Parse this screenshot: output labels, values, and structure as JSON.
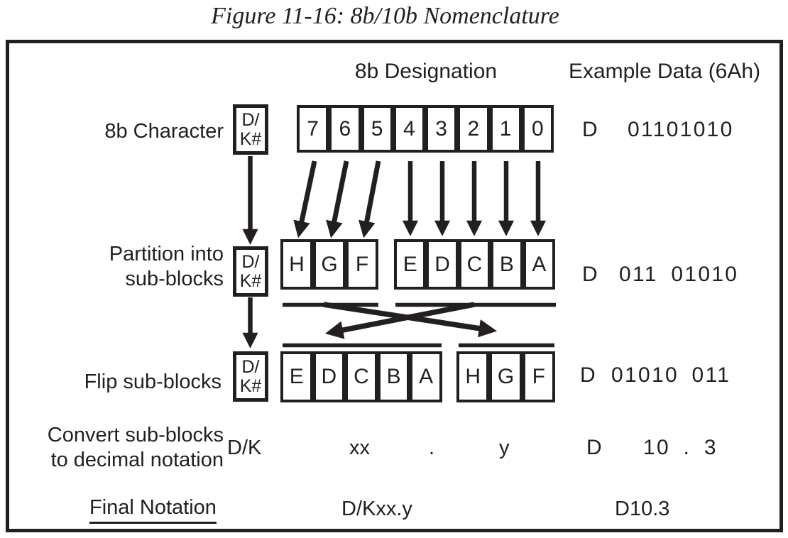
{
  "title": "Figure 11-16: 8b/10b Nomenclature",
  "colors": {
    "ink": "#231f20"
  },
  "headers": {
    "designation": "8b Designation",
    "example": "Example Data (6Ah)"
  },
  "dk_box": {
    "line1": "D/",
    "line2": "K#"
  },
  "rows": {
    "character": {
      "label": "8b Character",
      "bits": [
        "7",
        "6",
        "5",
        "4",
        "3",
        "2",
        "1",
        "0"
      ],
      "example_type": "D",
      "example_value": "01101010"
    },
    "partition": {
      "label_line1": "Partition into",
      "label_line2": "sub-blocks",
      "group1": [
        "H",
        "G",
        "F"
      ],
      "group2": [
        "E",
        "D",
        "C",
        "B",
        "A"
      ],
      "example_type": "D",
      "example_value": "011 01010"
    },
    "flip": {
      "label": "Flip sub-blocks",
      "group1": [
        "E",
        "D",
        "C",
        "B",
        "A"
      ],
      "group2": [
        "H",
        "G",
        "F"
      ],
      "example_type": "D",
      "example_value": "01010 011"
    },
    "convert": {
      "label_line1": "Convert sub-blocks",
      "label_line2": "to decimal notation",
      "type_label": "D/K",
      "xx_label": "xx",
      "dot_label": ".",
      "y_label": "y",
      "example_type": "D",
      "example_value": "10 . 3"
    },
    "final": {
      "label": "Final Notation",
      "notation": "D/Kxx.y",
      "example": "D10.3"
    }
  }
}
